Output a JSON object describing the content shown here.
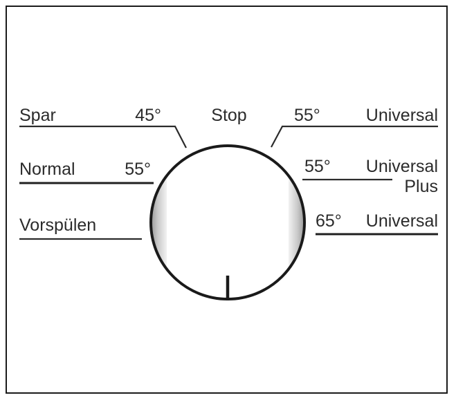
{
  "dial": {
    "stop_label": "Stop",
    "programs": [
      {
        "id": "spar",
        "name": "Spar",
        "temp": "45°",
        "side": "left"
      },
      {
        "id": "normal",
        "name": "Normal",
        "temp": "55°",
        "side": "left"
      },
      {
        "id": "vorspuelen",
        "name": "Vorspülen",
        "temp": "",
        "side": "left"
      },
      {
        "id": "universal",
        "name": "Universal",
        "temp": "55°",
        "side": "right"
      },
      {
        "id": "universal-plus",
        "name": "Universal",
        "name_line2": "Plus",
        "temp": "55°",
        "side": "right"
      },
      {
        "id": "universal-65",
        "name": "Universal",
        "temp": "65°",
        "side": "right"
      }
    ]
  },
  "colors": {
    "line": "#2b2b2b",
    "shade": "#bdbdbd"
  }
}
